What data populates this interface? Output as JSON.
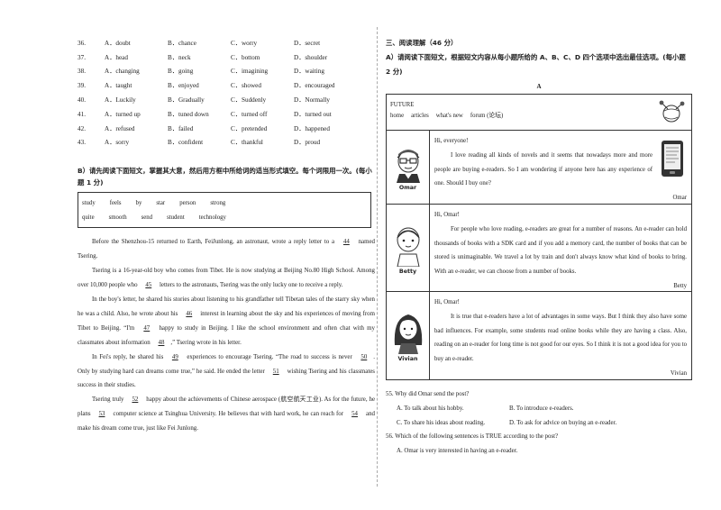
{
  "options": [
    {
      "num": "36.",
      "a": "A．doubt",
      "b": "B．chance",
      "c": "C．worry",
      "d": "D．secret"
    },
    {
      "num": "37.",
      "a": "A．head",
      "b": "B．neck",
      "c": "C．bottom",
      "d": "D．shoulder"
    },
    {
      "num": "38.",
      "a": "A．changing",
      "b": "B．going",
      "c": "C．imagining",
      "d": "D．waiting"
    },
    {
      "num": "39.",
      "a": "A．taught",
      "b": "B．enjoyed",
      "c": "C．showed",
      "d": "D．encouraged"
    },
    {
      "num": "40.",
      "a": "A．Luckily",
      "b": "B．Gradually",
      "c": "C．Suddenly",
      "d": "D．Normally"
    },
    {
      "num": "41.",
      "a": "A．turned up",
      "b": "B．tuned down",
      "c": "C．turned off",
      "d": "D．turned out"
    },
    {
      "num": "42.",
      "a": "A．refused",
      "b": "B．failed",
      "c": "C．pretended",
      "d": "D．happened"
    },
    {
      "num": "43.",
      "a": "A．sorry",
      "b": "B．confident",
      "c": "C．thankful",
      "d": "D．proud"
    }
  ],
  "section_b": {
    "instruction": "B）请先阅读下面短文，掌握其大意，然后用方框中所给词的适当形式填空。每个词限用一次。(每小题 1 分)",
    "words_row1": [
      "study",
      "feels",
      "by",
      "star",
      "person",
      "strong"
    ],
    "words_row2": [
      "quite",
      "smooth",
      "send",
      "student",
      "technology"
    ]
  },
  "passage": {
    "p1a": "Before the Shenzhou-15 returned to Earth, FeiJunlong, an astronaut, wrote a reply letter to a",
    "b44": "44",
    "p1b": "named Tsering.",
    "p2a": "Tsering is a 16-year-old boy who comes from Tibet. He is now studying at Beijing No.80 High School. Among over 10,000 people who",
    "b45": "45",
    "p2b": "letters to the astronauts, Tsering was the only lucky one to receive a reply.",
    "p3a": "In the boy's letter, he shared his stories about listening to his grandfather tell Tibetan tales of the starry sky when he was a child. Also, he wrote about his",
    "b46": "46",
    "p3b": "interest in learning about the sky and his experiences of moving from Tibet to Beijing. “I'm",
    "b47": "47",
    "p3c": "happy to study in Beijing. I like the school environment and often chat with my classmates about information",
    "b48": "48",
    "p3d": ",” Tsering wrote in his letter.",
    "p4a": "In Fei's reply, he shared his",
    "b49": "49",
    "p4b": "experiences to encourage Tsering. “The road to success is never",
    "b50": "50",
    "p4c": ". Only by studying hard can dreams come true,” he said. He ended the letter",
    "b51": "51",
    "p4d": "wishing Tsering and his classmates success in their studies.",
    "p5a": "Tsering truly",
    "b52": "52",
    "p5b": "happy about the achievements of Chinese aerospace (航空航天工业). As for the future, he plans",
    "b53": "53",
    "p5c": "computer science at Tsinghua University. He believes that with hard work, he can reach for",
    "b54": "54",
    "p5d": "and make his dream come true, just like Fei Junlong."
  },
  "section3": {
    "title": "三、阅读理解（46 分）",
    "instruction": "A）请阅读下面短文，根据短文内容从每小题所给的 A、B、C、D 四个选项中选出最佳选项。(每小题 2 分)",
    "label": "A"
  },
  "forum": {
    "title": "FUTURE",
    "nav": [
      "home",
      "articles",
      "what's new",
      "forum (论坛)"
    ],
    "posts": [
      {
        "name": "Omar",
        "greeting": "Hi, everyone!",
        "text": "I love reading all kinds of novels and it seems that nowadays more and more people are buying e-readers. So I am wondering if anyone here has any experience of one. Should I buy one?",
        "sig": "Omar"
      },
      {
        "name": "Betty",
        "greeting": "Hi, Omar!",
        "text": "For people who love reading, e-readers are great for a number of reasons. An e-reader can hold thousands of books with a SDK card and if you add a memory card, the number of books that can be stored is unimaginable. We travel a lot by train and don't always know what kind of books to bring. With an e-reader, we can choose from a number of books.",
        "sig": "Betty"
      },
      {
        "name": "Vivian",
        "greeting": "Hi, Omar!",
        "text": "It is true that e-readers have a lot of advantages in some ways. But I think they also have some bad influences. For example, some students read online books while they are having a class. Also, reading on an e-reader for long time is not good for our eyes. So I think it is not a good idea for you to buy an e-reader.",
        "sig": "Vivian"
      }
    ]
  },
  "questions": [
    {
      "q": "55. Why did Omar send the post?",
      "opts": [
        [
          "A. To talk about his hobby.",
          "B. To introduce e-readers."
        ],
        [
          "C. To share his ideas about reading.",
          "D. To ask for advice on buying an e-reader."
        ]
      ]
    },
    {
      "q": "56. Which of the following sentences is TRUE according to the post?",
      "opts": [
        [
          "A. Omar is very interested in having an e-reader."
        ]
      ]
    }
  ]
}
